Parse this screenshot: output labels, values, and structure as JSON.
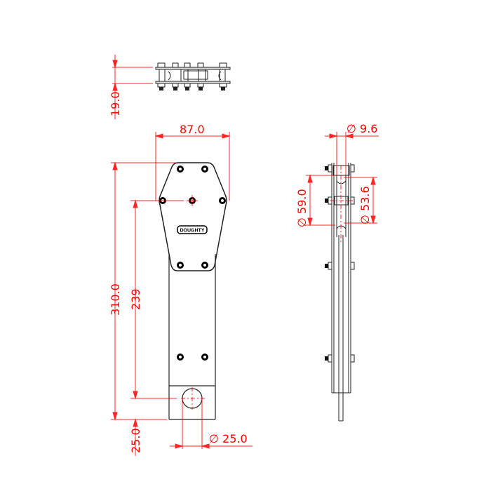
{
  "drawing": {
    "title": "Doughty swivel bracket technical drawing",
    "logo_text": "DOUGHTY",
    "colors": {
      "outline": "#222222",
      "dimension": "#ff0000",
      "background": "#ffffff"
    },
    "views": {
      "top": {
        "dimensions": {
          "thickness": "19.0"
        }
      },
      "front": {
        "dimensions": {
          "width": "87.0",
          "overall_height": "310.0",
          "hole_height": "239",
          "bottom_offset": "25.0",
          "hole_diameter": "∅ 25.0"
        }
      },
      "side": {
        "dimensions": {
          "pin_diameter": "∅ 9.6",
          "outer_diameter": "∅ 59.0",
          "inner_diameter": "∅ 53.6"
        }
      }
    }
  }
}
